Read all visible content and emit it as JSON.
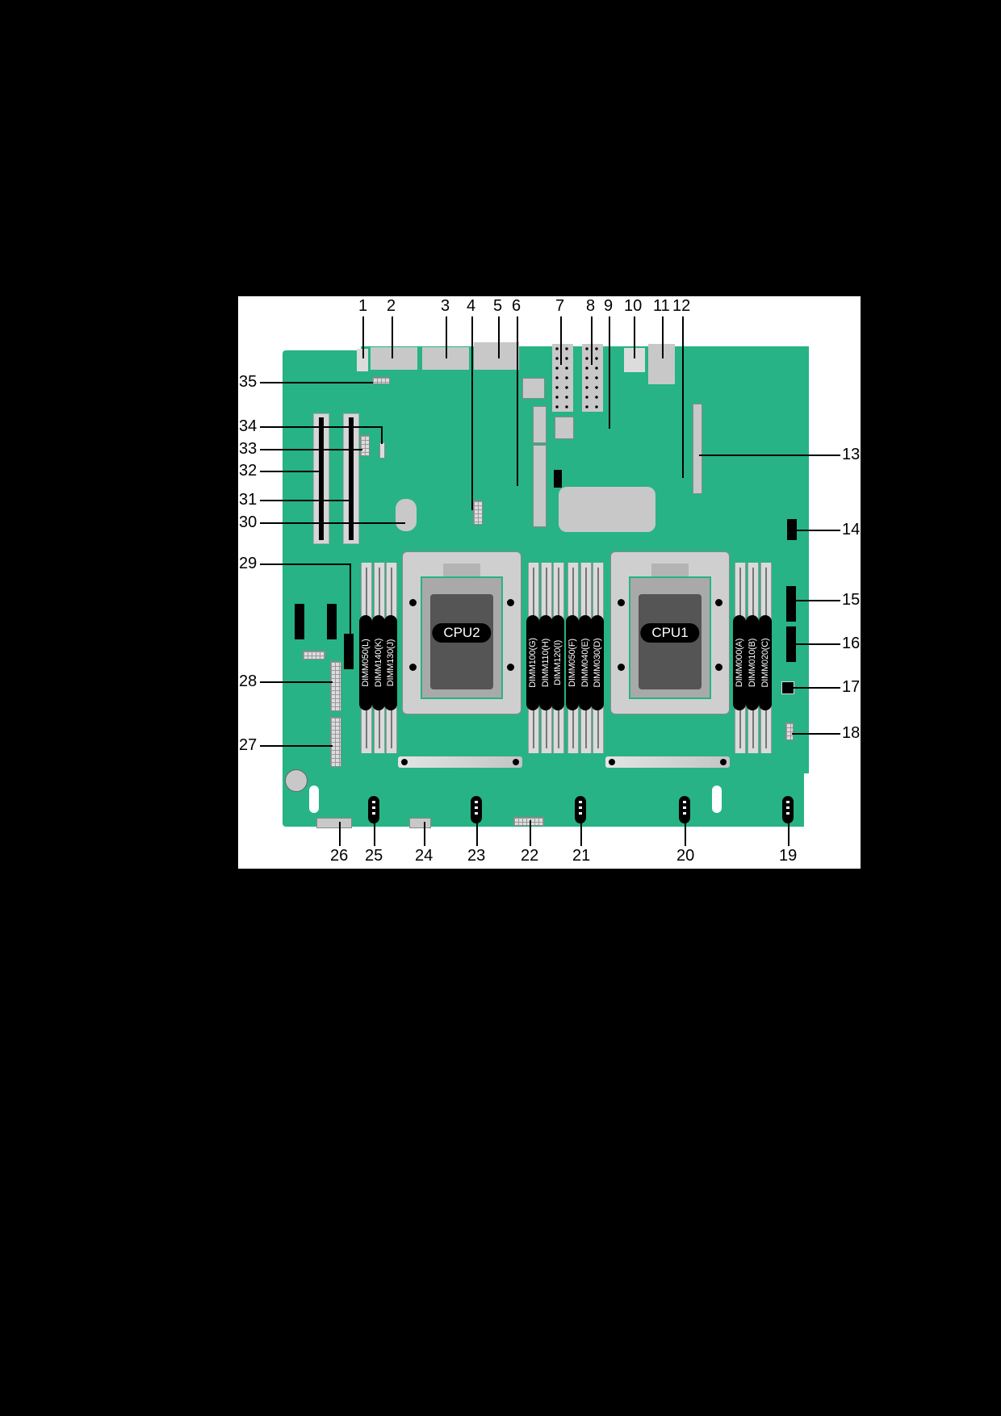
{
  "figure": {
    "type": "motherboard-component-callout-diagram",
    "callouts_top": [
      "1",
      "2",
      "3",
      "4",
      "5",
      "6",
      "7",
      "8",
      "9",
      "10",
      "11",
      "12"
    ],
    "callouts_right": [
      "13",
      "14",
      "15",
      "16",
      "17",
      "18"
    ],
    "callouts_bottom": [
      "19",
      "20",
      "21",
      "22",
      "23",
      "24",
      "25",
      "26"
    ],
    "callouts_left": [
      "27",
      "28",
      "29",
      "30",
      "31",
      "32",
      "33",
      "34",
      "35"
    ],
    "cpus": {
      "cpu1": "CPU1",
      "cpu2": "CPU2"
    },
    "dimms_cpu2_left": [
      "DIMM050(L)",
      "DIMM140(K)",
      "DIMM130(J)"
    ],
    "dimms_center": [
      "DIMM100(G)",
      "DIMM110(H)",
      "DIMM120(I)",
      "DIMM050(F)",
      "DIMM040(E)",
      "DIMM030(D)"
    ],
    "dimms_cpu1_right": [
      "DIMM000(A)",
      "DIMM010(B)",
      "DIMM020(C)"
    ],
    "colors": {
      "board": "#27b386",
      "background": "#000000",
      "panel": "#ffffff",
      "component": "#c8c8c8"
    }
  }
}
